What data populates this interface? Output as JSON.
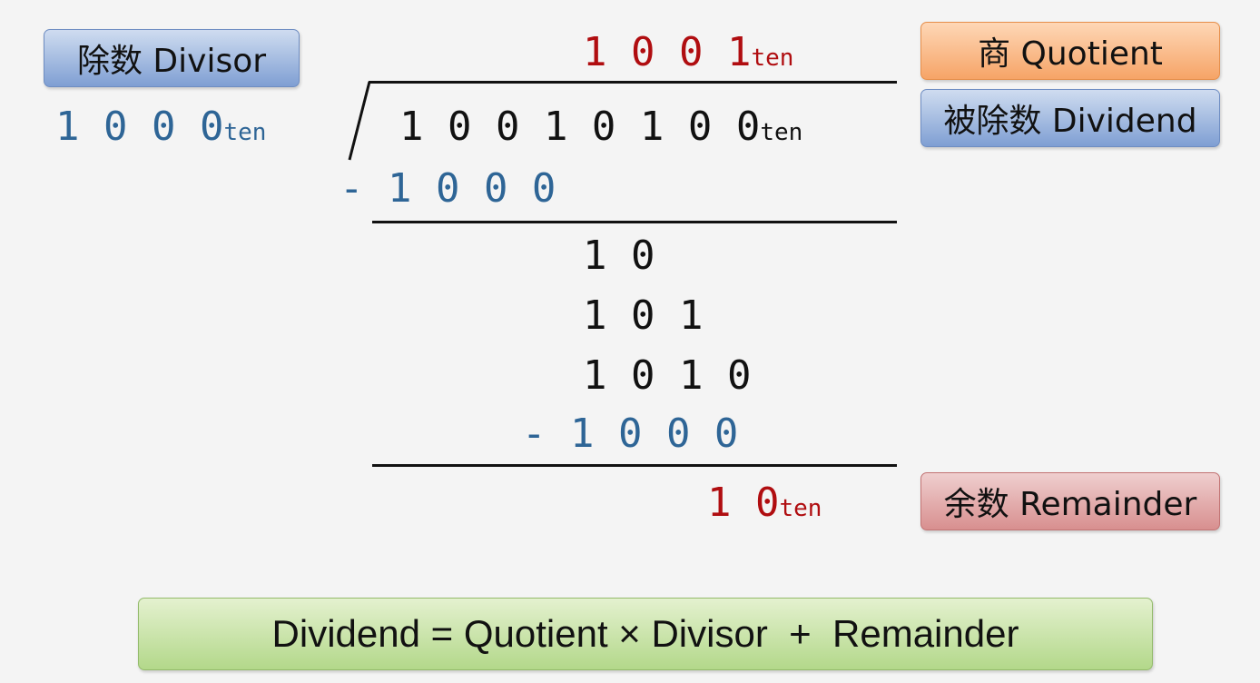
{
  "labels": {
    "divisor": "除数 Divisor",
    "quotient": "商 Quotient",
    "dividend": "被除数 Dividend",
    "remainder": "余数 Remainder"
  },
  "division": {
    "quotient_digits": "1 0 0 1",
    "divisor_digits": "1 0 0 0",
    "dividend_digits": "1 0 0 1 0 1 0 0",
    "base_subscript": "ten",
    "steps": [
      "- 1 0 0 0",
      "1 0",
      "1 0 1",
      "1 0 1 0",
      "- 1 0 0 0"
    ],
    "remainder_digits": "1 0"
  },
  "formula": "Dividend = Quotient × Divisor  +  Remainder",
  "colors": {
    "quotient": "#b00d10",
    "divisor": "#2e6596",
    "subtraction": "#2e6596",
    "remainder": "#b00d10"
  }
}
